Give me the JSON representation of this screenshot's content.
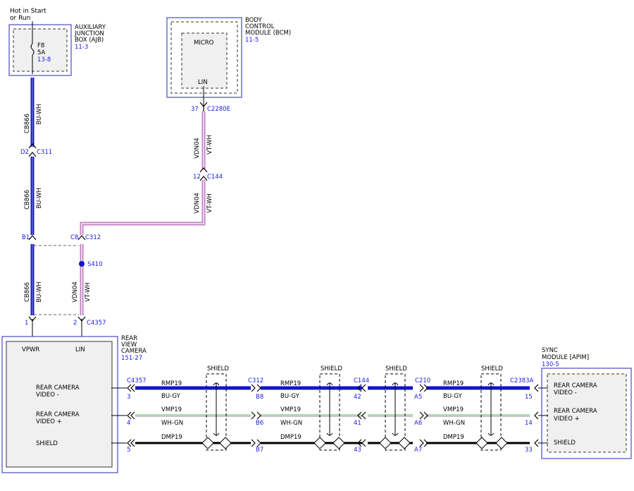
{
  "power_note": [
    "Hot in Start",
    "or Run"
  ],
  "ajb": {
    "title": [
      "AUXILIARY",
      "JUNCTION",
      "BOX (AJB)"
    ],
    "ref": "11-3",
    "fuse_id": "F8",
    "fuse_rating": "5A",
    "fuse_ref": "13-8"
  },
  "bcm": {
    "title": [
      "BODY",
      "CONTROL",
      "MODULE (BCM)"
    ],
    "ref": "11-5",
    "micro": "MICRO",
    "lin": "LIN"
  },
  "camera": {
    "title": [
      "REAR",
      "VIEW",
      "CAMERA"
    ],
    "ref": "151-27",
    "vpwr": "VPWR",
    "lin": "LIN",
    "pins": [
      [
        "REAR CAMERA",
        "VIDEO -"
      ],
      [
        "REAR CAMERA",
        "VIDEO +"
      ],
      [
        "SHIELD"
      ]
    ]
  },
  "sync": {
    "title": [
      "SYNC",
      "MODULE [APIM]"
    ],
    "ref": "130-5",
    "pins": [
      [
        "REAR CAMERA",
        "VIDEO -"
      ],
      [
        "REAR CAMERA",
        "VIDEO +"
      ],
      [
        "SHIELD"
      ]
    ]
  },
  "left_circuit": [
    {
      "circuit": "CB866",
      "color": "BU-WH"
    },
    {
      "circuit": "CB866",
      "color": "BU-WH"
    },
    {
      "circuit": "CB866",
      "color": "BU-WH"
    }
  ],
  "right_circuit": [
    {
      "circuit": "VDN04",
      "color": "VT-WH"
    },
    {
      "circuit": "VDN04",
      "color": "VT-WH"
    },
    {
      "circuit": "VDN04",
      "color": "VT-WH"
    }
  ],
  "connectors_vertical": {
    "c2280e": {
      "pin": "37",
      "name": "C2280E"
    },
    "c311": {
      "pin": "D2",
      "name": "C311"
    },
    "c144": {
      "pin": "12",
      "name": "C144"
    },
    "c312_b1": "B1",
    "c312_c8": "C8",
    "c312_name": "C312",
    "s410": "S410",
    "c4357_pin1": "1",
    "c4357_pin2": "2",
    "c4357_name": "C4357"
  },
  "bus_connectors": [
    {
      "name": "C4357",
      "pins": [
        "3",
        "4",
        "5"
      ]
    },
    {
      "name": "C312",
      "pins": [
        "B8",
        "B6",
        "B7"
      ]
    },
    {
      "name": "C144",
      "pins": [
        "42",
        "41",
        "43"
      ]
    },
    {
      "name": "C210",
      "pins": [
        "A5",
        "A6",
        "A7"
      ]
    },
    {
      "name": "C2383A",
      "pins": [
        "15",
        "14",
        "33"
      ]
    }
  ],
  "bus_wires": [
    {
      "circuit": "RMP19",
      "color": "BU-GY"
    },
    {
      "circuit": "VMP19",
      "color": "WH-GN"
    },
    {
      "circuit": "DMP19",
      "color": ""
    }
  ],
  "shield_label": "SHIELD",
  "colors": {
    "blue_wire": "#1414c8",
    "violet_wire": "#d8a0d8",
    "green_wire": "#5cb85c",
    "accent_text": "#1a1ae6",
    "module_fill": "#f0f0f0"
  }
}
